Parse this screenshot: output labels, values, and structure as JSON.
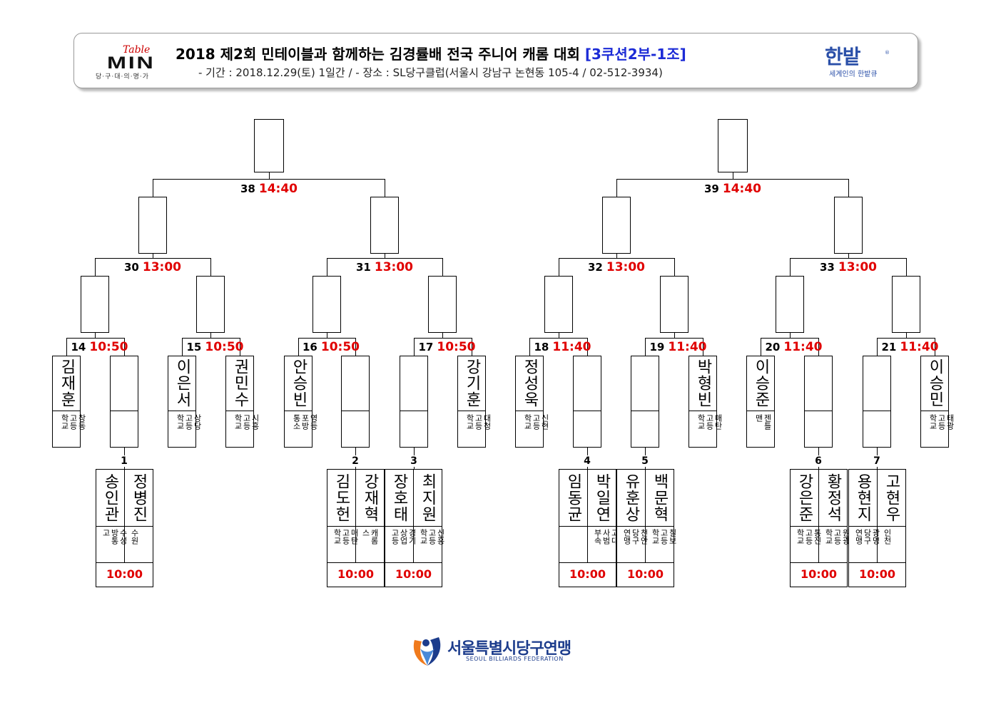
{
  "header": {
    "title_main": "2018 제2회 민테이블과 함께하는 김경률배 전국 주니어 캐롬 대회 ",
    "title_tag": "[3쿠션2부-1조]",
    "subtitle": "- 기간 : 2018.12.29(토) 1일간 / - 장소 : SL당구클럽(서울시 강남구 논현동 105-4 / 02-512-3934)",
    "logo_left": {
      "script": "Table",
      "name": "MIN",
      "sub": "당·구·대·의·명·가"
    },
    "logo_right": {
      "name": "한밭",
      "reg": "®",
      "sub": "세계인의 한밭큐"
    }
  },
  "matches": {
    "m38": {
      "num": "38",
      "time": "14:40"
    },
    "m39": {
      "num": "39",
      "time": "14:40"
    },
    "m30": {
      "num": "30",
      "time": "13:00"
    },
    "m31": {
      "num": "31",
      "time": "13:00"
    },
    "m32": {
      "num": "32",
      "time": "13:00"
    },
    "m33": {
      "num": "33",
      "time": "13:00"
    },
    "m14": {
      "num": "14",
      "time": "10:50"
    },
    "m15": {
      "num": "15",
      "time": "10:50"
    },
    "m16": {
      "num": "16",
      "time": "10:50"
    },
    "m17": {
      "num": "17",
      "time": "10:50"
    },
    "m18": {
      "num": "18",
      "time": "11:40"
    },
    "m19": {
      "num": "19",
      "time": "11:40"
    },
    "m20": {
      "num": "20",
      "time": "11:40"
    },
    "m21": {
      "num": "21",
      "time": "11:40"
    },
    "m1": {
      "num": "1"
    },
    "m2": {
      "num": "2"
    },
    "m3": {
      "num": "3"
    },
    "m4": {
      "num": "4"
    },
    "m5": {
      "num": "5"
    },
    "m6": {
      "num": "6"
    },
    "m7": {
      "num": "7"
    }
  },
  "seeded_players": {
    "p14a": {
      "name": "김재훈",
      "school": "창동\n고등\n학교"
    },
    "p15a": {
      "name": "이은서",
      "school": "상당\n고등\n학교"
    },
    "p15b": {
      "name": "권민수",
      "school": "시흥\n고등\n학교"
    },
    "p16a": {
      "name": "안승빈",
      "school": "영등\n포방\n통소"
    },
    "p17b": {
      "name": "강기훈",
      "school": "대청\n고등\n학교"
    },
    "p18a": {
      "name": "정성욱",
      "school": "신현\n고등\n학교"
    },
    "p19b": {
      "name": "박형빈",
      "school": "매탄\n고등\n학교"
    },
    "p20a": {
      "name": "이승준",
      "school": "젠틀\n맨"
    },
    "p21b": {
      "name": "이승민",
      "school": "태광\n고등\n학교"
    }
  },
  "first_round": {
    "g1": {
      "time": "10:00",
      "a": {
        "name": "송인관",
        "school": "수성\n방통\n고"
      },
      "b": {
        "name": "정병진",
        "school": "수원"
      }
    },
    "g2": {
      "time": "10:00",
      "a": {
        "name": "김도헌",
        "school": "매탄\n고등\n학교"
      },
      "b": {
        "name": "강재혁",
        "school": "캐롬\n스"
      }
    },
    "g3": {
      "time": "10:00",
      "a": {
        "name": "장호태",
        "school": "경기\n상업\n고등"
      },
      "b": {
        "name": "최지원",
        "school": "신흥\n고등\n학교"
      }
    },
    "g4": {
      "time": "10:00",
      "a": {
        "name": "임동균",
        "school": ""
      },
      "b": {
        "name": "박일연",
        "school": "고대\n사범\n부속"
      }
    },
    "g5": {
      "time": "10:00",
      "a": {
        "name": "유훈상",
        "school": "천안\n당구\n연맹"
      },
      "b": {
        "name": "백문혁",
        "school": "칠보\n고등\n학교"
      }
    },
    "g6": {
      "time": "10:00",
      "a": {
        "name": "강은준",
        "school": "통진\n고등\n학교"
      },
      "b": {
        "name": "황정석",
        "school": "원광\n고등\n학교"
      }
    },
    "g7": {
      "time": "10:00",
      "a": {
        "name": "용현지",
        "school": "광명\n당구\n연맹"
      },
      "b": {
        "name": "고현우",
        "school": "인천"
      }
    }
  },
  "footer": {
    "name": "서울특별시당구연맹",
    "en": "SEOUL BILLIARDS FEDERATION"
  },
  "colors": {
    "time_red": "#e00000",
    "tag_blue": "#1c2bd6",
    "brand_blue": "#1c3c8c"
  }
}
